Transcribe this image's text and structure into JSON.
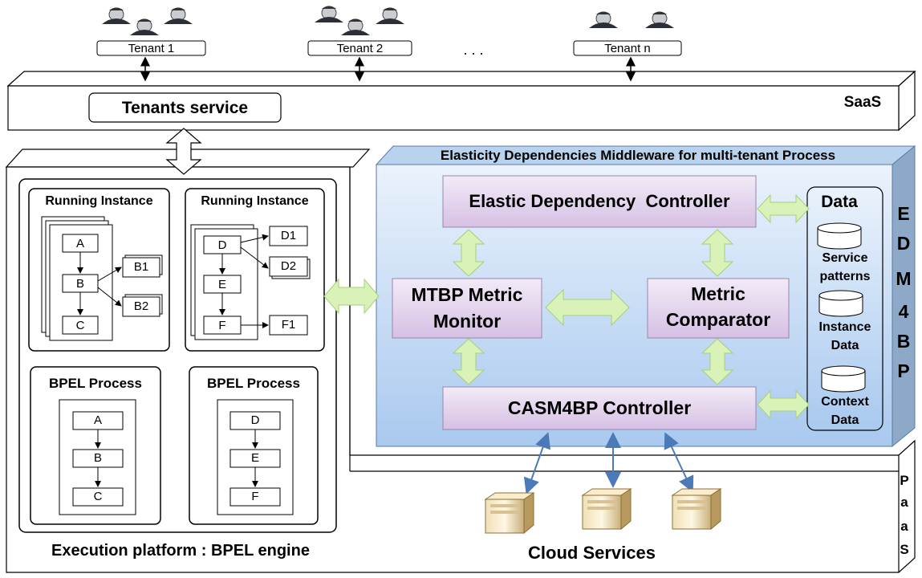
{
  "tenants": [
    {
      "label": "Tenant 1"
    },
    {
      "label": "Tenant 2"
    },
    {
      "label": "Tenant n"
    }
  ],
  "tenant_ellipsis": ". . .",
  "saas": {
    "label": "SaaS",
    "tenants_service": "Tenants service"
  },
  "execution": {
    "label": "Execution platform : BPEL engine",
    "running_instance_1": {
      "title": "Running Instance",
      "nodes": [
        "A",
        "B",
        "C"
      ],
      "branches": [
        "B1",
        "B2"
      ]
    },
    "running_instance_2": {
      "title": "Running Instance",
      "nodes": [
        "D",
        "E",
        "F"
      ],
      "branches": [
        "D1",
        "D2",
        "F1"
      ]
    },
    "bpel_process_1": {
      "title": "BPEL Process",
      "nodes": [
        "A",
        "B",
        "C"
      ]
    },
    "bpel_process_2": {
      "title": "BPEL Process",
      "nodes": [
        "D",
        "E",
        "F"
      ]
    }
  },
  "middleware": {
    "title": "Elasticity Dependencies Middleware for multi-tenant Process",
    "side_label": [
      "E",
      "D",
      "M",
      "4",
      "B",
      "P"
    ],
    "elastic_controller": "Elastic Dependency  Controller",
    "mtbp_monitor": [
      "MTBP Metric",
      "Monitor"
    ],
    "metric_comparator": [
      "Metric",
      "Comparator"
    ],
    "casm4bp_controller": "CASM4BP Controller",
    "data": {
      "title": "Data",
      "stores": [
        {
          "label": [
            "Service",
            "patterns"
          ]
        },
        {
          "label": [
            "Instance",
            "Data"
          ]
        },
        {
          "label": [
            "Context",
            "Data"
          ]
        }
      ]
    }
  },
  "paas_label": [
    "P",
    "a",
    "a",
    "S"
  ],
  "cloud_services": "Cloud Services",
  "colors": {
    "middleware_fill": "#c5dcf5",
    "component_fill": "#e6d6ef",
    "green_arrow": "#d9f2b8",
    "blue_arrow": "#4a7ab8",
    "edm_side": "#8ea8c8"
  }
}
